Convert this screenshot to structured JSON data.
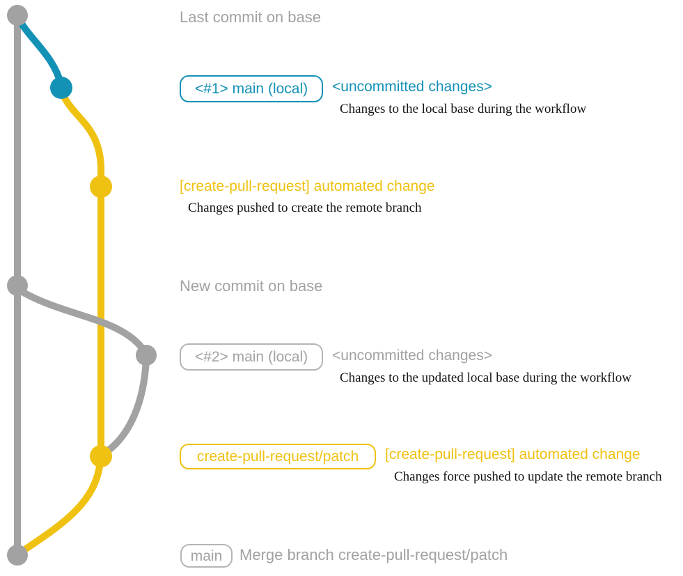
{
  "colors": {
    "base_gray": "#a2a2a2",
    "teal": "#1492b6",
    "yellow": "#efc111",
    "description_text": "#141414",
    "gray_box_border": "#b5b5b5"
  },
  "graph": {
    "branches": [
      {
        "name": "base",
        "color_key": "base_gray"
      },
      {
        "name": "main-local",
        "color_key": "teal"
      },
      {
        "name": "create-pull-request-patch",
        "color_key": "yellow"
      }
    ],
    "commits": [
      {
        "name": "last-commit-on-base",
        "color_key": "base_gray"
      },
      {
        "name": "uncommitted-changes-1",
        "color_key": "teal"
      },
      {
        "name": "automated-change-1",
        "color_key": "yellow"
      },
      {
        "name": "new-commit-on-base",
        "color_key": "base_gray"
      },
      {
        "name": "uncommitted-changes-2",
        "color_key": "base_gray"
      },
      {
        "name": "automated-change-2",
        "color_key": "yellow"
      },
      {
        "name": "merge-commit",
        "color_key": "base_gray"
      }
    ]
  },
  "annotations": {
    "last_commit": {
      "label": "Last commit on base"
    },
    "commit1": {
      "branch_label": "<#1> main (local)",
      "title": "<uncommitted changes>",
      "description": "Changes to the local base during the workflow"
    },
    "push1": {
      "title": "[create-pull-request] automated change",
      "description": "Changes pushed to create the remote branch"
    },
    "new_commit": {
      "label": "New commit on base"
    },
    "commit2": {
      "branch_label": "<#2> main (local)",
      "title": "<uncommitted changes>",
      "description": "Changes to the updated local base during the workflow"
    },
    "push2": {
      "branch_label": "create-pull-request/patch",
      "title": "[create-pull-request] automated change",
      "description": "Changes force pushed to update the remote branch"
    },
    "merge": {
      "branch_label": "main",
      "label": "Merge branch create-pull-request/patch"
    }
  }
}
